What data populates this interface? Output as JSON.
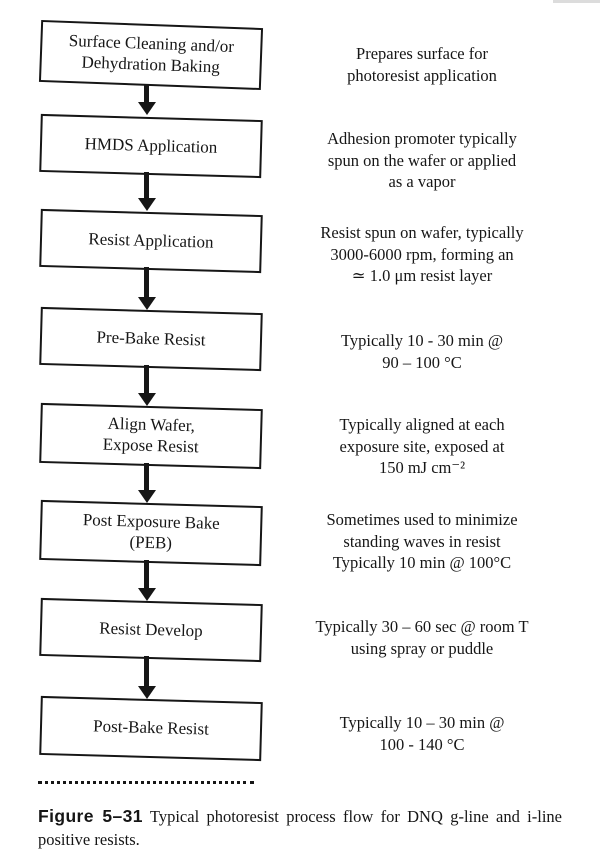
{
  "figure": {
    "steps": [
      {
        "box": "Surface Cleaning and/or\nDehydration Baking",
        "note": "Prepares surface for\nphotoresist application"
      },
      {
        "box": "HMDS Application",
        "note": "Adhesion promoter typically\nspun on the wafer or applied\nas a vapor"
      },
      {
        "box": "Resist Application",
        "note": "Resist spun on wafer, typically\n3000-6000 rpm, forming an\n≃ 1.0 μm resist layer"
      },
      {
        "box": "Pre-Bake Resist",
        "note": "Typically 10 - 30 min @\n90 – 100 °C"
      },
      {
        "box": "Align Wafer,\nExpose Resist",
        "note": "Typically aligned at each\nexposure site, exposed at\n150 mJ cm⁻²"
      },
      {
        "box": "Post Exposure Bake\n(PEB)",
        "note": "Sometimes used to minimize\nstanding waves in resist\nTypically 10 min @ 100°C"
      },
      {
        "box": "Resist Develop",
        "note": "Typically 30 – 60 sec @ room T\nusing spray or puddle"
      },
      {
        "box": "Post-Bake Resist",
        "note": "Typically 10 – 30 min @\n100 - 140 °C"
      }
    ],
    "caption": {
      "label": "Figure 5–31",
      "text": "Typical photoresist process flow for DNQ g-line and i-line positive resists."
    }
  }
}
